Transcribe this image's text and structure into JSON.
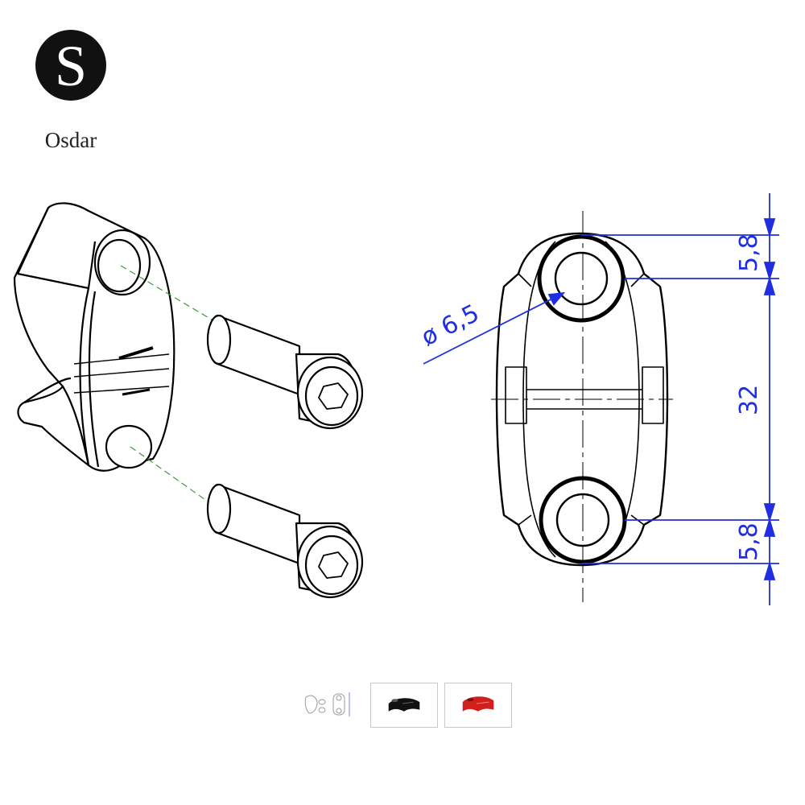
{
  "brand": {
    "name": "Osdar",
    "logo_letter": "S"
  },
  "colors": {
    "dimension": "#1f2ee0",
    "line": "#000000",
    "dashed_hint": "#3a9a3a",
    "red_part": "#d0201e"
  },
  "dimensions": {
    "hole_diameter": "ø 6,5",
    "top_offset": "5,8",
    "center_distance": "32",
    "bottom_offset": "5,8"
  },
  "gallery": {
    "thumbnails": [
      {
        "label": "",
        "variant": "drawing"
      },
      {
        "label": "",
        "variant": "black"
      },
      {
        "label": "",
        "variant": "red"
      }
    ]
  }
}
